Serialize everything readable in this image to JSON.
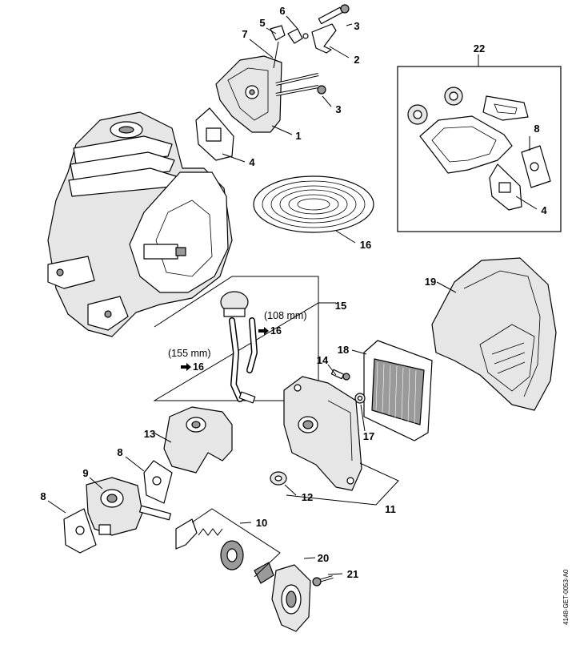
{
  "callouts": [
    {
      "label": "6"
    },
    {
      "label": "5"
    },
    {
      "label": "3"
    },
    {
      "label": "7"
    },
    {
      "label": "2"
    },
    {
      "label": "3"
    },
    {
      "label": "1"
    },
    {
      "label": "4"
    },
    {
      "label": "22"
    },
    {
      "label": "8"
    },
    {
      "label": "4"
    },
    {
      "label": "16"
    },
    {
      "label": "15"
    },
    {
      "label": "19"
    },
    {
      "label": "18"
    },
    {
      "label": "14"
    },
    {
      "label": "17"
    },
    {
      "label": "13"
    },
    {
      "label": "8"
    },
    {
      "label": "9"
    },
    {
      "label": "8"
    },
    {
      "label": "12"
    },
    {
      "label": "11"
    },
    {
      "label": "10"
    },
    {
      "label": "20"
    },
    {
      "label": "21"
    }
  ],
  "notes": {
    "n108": "(108 mm)",
    "n108ref": "16",
    "n155": "(155 mm)",
    "n155ref": "16"
  },
  "doc_id": "4148-GET-0053-A0"
}
